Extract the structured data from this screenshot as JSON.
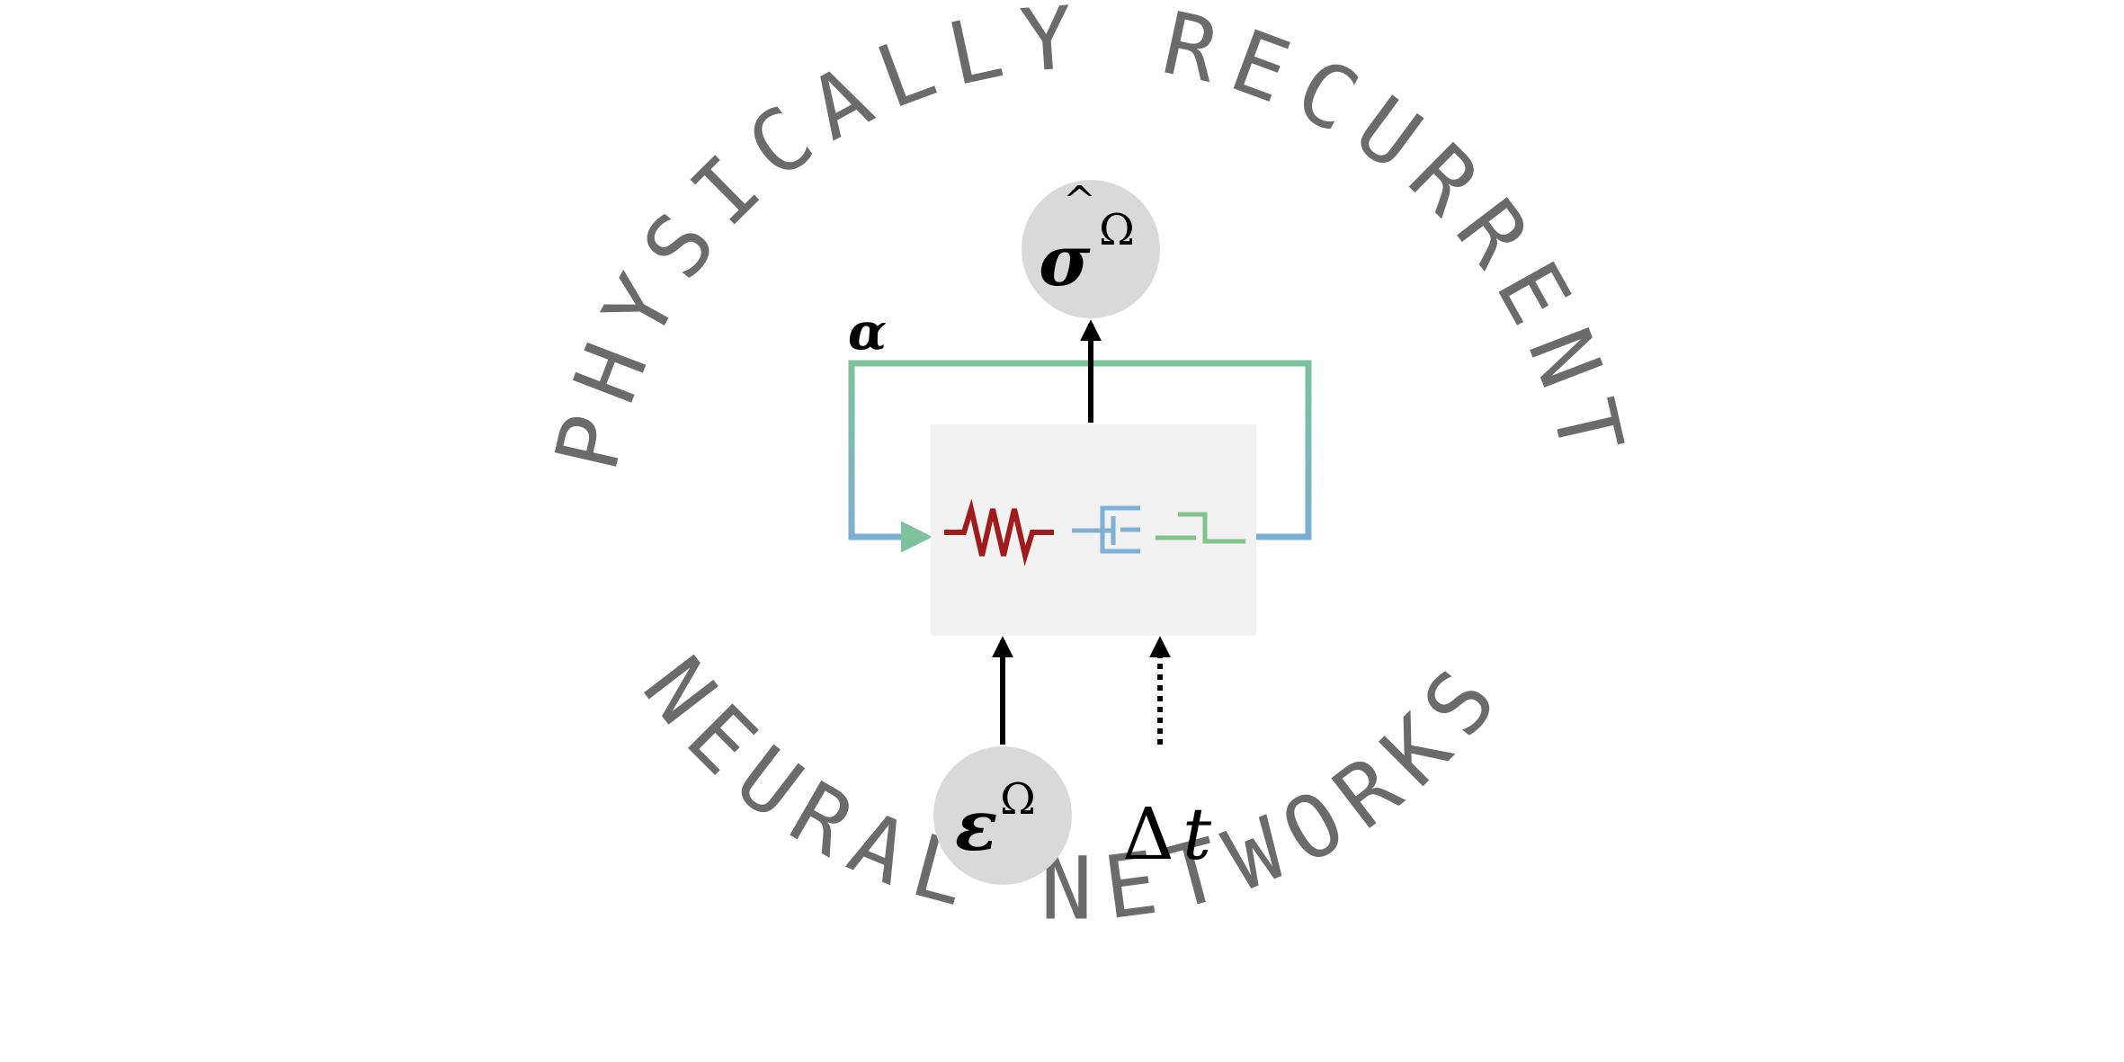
{
  "ring": {
    "top_text": "PHYSICALLY RECURRENT",
    "bottom_text": "NEURAL NETWORKS"
  },
  "nodes": {
    "output": {
      "symbol": "σ",
      "hat": "^",
      "superscript": "Ω"
    },
    "strain_input": {
      "symbol": "ε",
      "superscript": "Ω"
    },
    "time_input": {
      "delta": "Δ",
      "var": "t"
    }
  },
  "recurrence": {
    "label": "α"
  },
  "elements": {
    "spring": "spring-icon",
    "dashpot": "dashpot-icon",
    "friction": "friction-slider-icon"
  },
  "colors": {
    "ring_text": "#6b6b6b",
    "node_fill": "#d9d9d9",
    "cell_fill": "#f2f2f2",
    "spring": "#a01c1c",
    "dashpot": "#7fb0d6",
    "friction": "#7fc48a",
    "loop_green": "#7cc29a",
    "loop_blue": "#7aafd4",
    "alpha": "#7cc29a"
  }
}
